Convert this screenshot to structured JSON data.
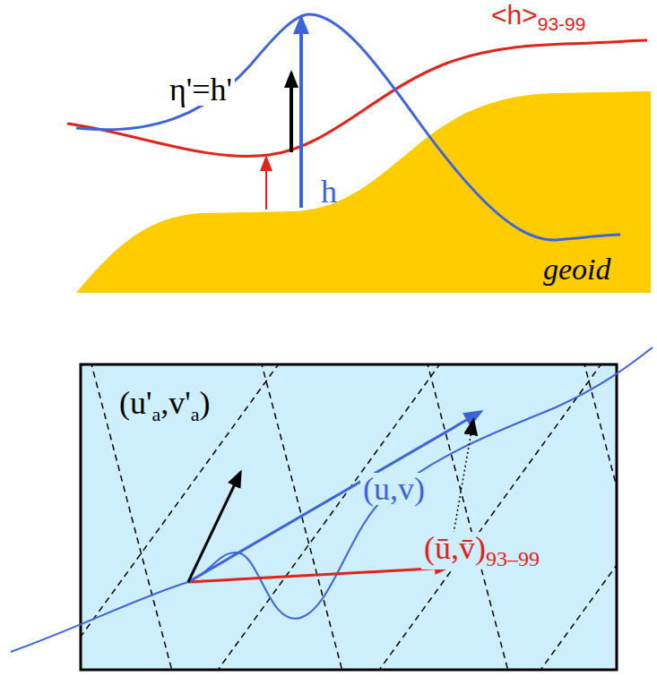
{
  "diagram": {
    "labels": [
      "<h>",
      "93-99",
      "η'=h'",
      "h",
      "geoid",
      "(u'",
      "a",
      ",v'",
      "a",
      ")",
      "(u,v)",
      "(ū,v̄)",
      "93–99"
    ]
  }
}
